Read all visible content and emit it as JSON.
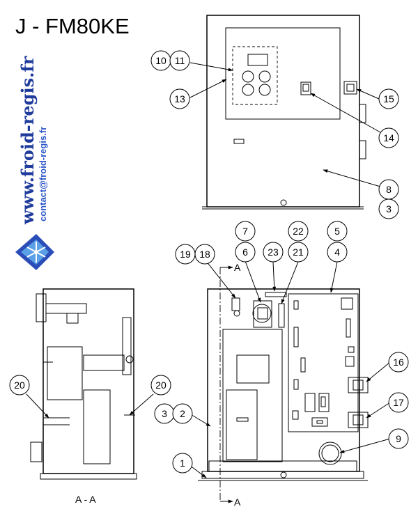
{
  "title": "J - FM80KE",
  "watermark": {
    "site": "www.froid-regis.fr",
    "email": "contact@froid-regis.fr",
    "logo_icon": "snowflake-logo-icon"
  },
  "callouts": {
    "front": [
      "10",
      "11",
      "13",
      "15",
      "14",
      "8",
      "3"
    ],
    "inside": [
      "7",
      "22",
      "5",
      "19",
      "18",
      "6",
      "23",
      "21",
      "4",
      "16",
      "17",
      "9",
      "3",
      "2",
      "1"
    ],
    "side": [
      "20",
      "20"
    ]
  },
  "section": {
    "marker_top": "A",
    "marker_bottom": "A",
    "caption": "A - A"
  }
}
